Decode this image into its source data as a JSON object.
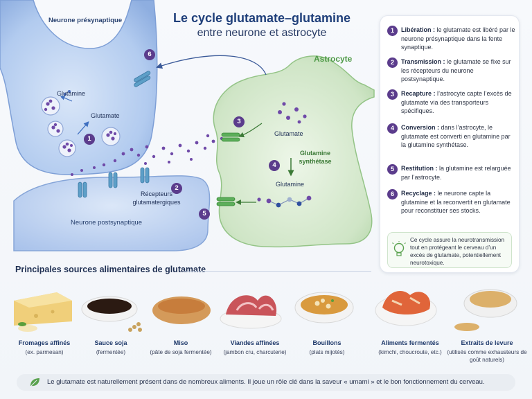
{
  "title": {
    "line1": "Le cycle glutamate–glutamine",
    "line2": "entre neurone et astrocyte"
  },
  "diagram": {
    "presynaptic_label": "Neurone présynaptique",
    "postsynaptic_label": "Neurone postsynaptique",
    "astrocyte_label": "Astrocyte",
    "glutamine_label": "Glutamine",
    "glutamate_label": "Glutamate",
    "astro_glutamate_label": "Glutamate",
    "gs_label": "Glutamine synthétase",
    "astro_glutamine_label": "Glutamine",
    "receptors_label": "Récepteurs glutamatergiques",
    "badges": [
      "1",
      "2",
      "3",
      "4",
      "5",
      "6"
    ]
  },
  "steps": [
    {
      "num": "1",
      "keyword": "Libération :",
      "text": " le glutamate est libéré par le neurone présynaptique dans la fente synaptique."
    },
    {
      "num": "2",
      "keyword": "Transmission :",
      "text": " le glutamate se fixe sur les récepteurs du neurone postsynaptique."
    },
    {
      "num": "3",
      "keyword": "Recapture :",
      "text": " l’astrocyte capte l’excès de glutamate via des transporteurs spécifiques."
    },
    {
      "num": "4",
      "keyword": "Conversion :",
      "text": " dans l’astrocyte, le glutamate est converti en glutamine par la glutamine synthétase."
    },
    {
      "num": "5",
      "keyword": "Restitution :",
      "text": " la glutamine est relarguée par l’astrocyte."
    },
    {
      "num": "6",
      "keyword": "Recyclage :",
      "text": " le neurone capte la glutamine et la reconvertit en glutamate pour reconstituer ses stocks."
    }
  ],
  "note": "Ce cycle assure la neurotransmission tout en protégeant le cerveau d’un excès de glutamate, potentiellement neurotoxique.",
  "sources": {
    "title": "Principales sources alimentaires de glutamate",
    "items": [
      {
        "name": "Fromages affinés",
        "desc": "(ex. parmesan)"
      },
      {
        "name": "Sauce soja",
        "desc": "(fermentée)"
      },
      {
        "name": "Miso",
        "desc": "(pâte de soja fermentée)"
      },
      {
        "name": "Viandes affinées",
        "desc": "(jambon cru, charcuterie)"
      },
      {
        "name": "Bouillons",
        "desc": "(plats mijotés)"
      },
      {
        "name": "Aliments fermentés",
        "desc": "(kimchi, choucroute, etc.)"
      },
      {
        "name": "Extraits de levure",
        "desc": "(utilisés comme exhausteurs de goût naturels)"
      }
    ]
  },
  "footer": "Le glutamate est naturellement présent dans de nombreux aliments. Il joue un rôle clé dans la saveur « umami » et le bon fonctionnement du cerveau.",
  "colors": {
    "neuron_blue": "#a9c4ec",
    "astrocyte_green": "#cfe5c6",
    "badge_purple": "#5b3c8c",
    "title_blue": "#1f3f7a"
  }
}
